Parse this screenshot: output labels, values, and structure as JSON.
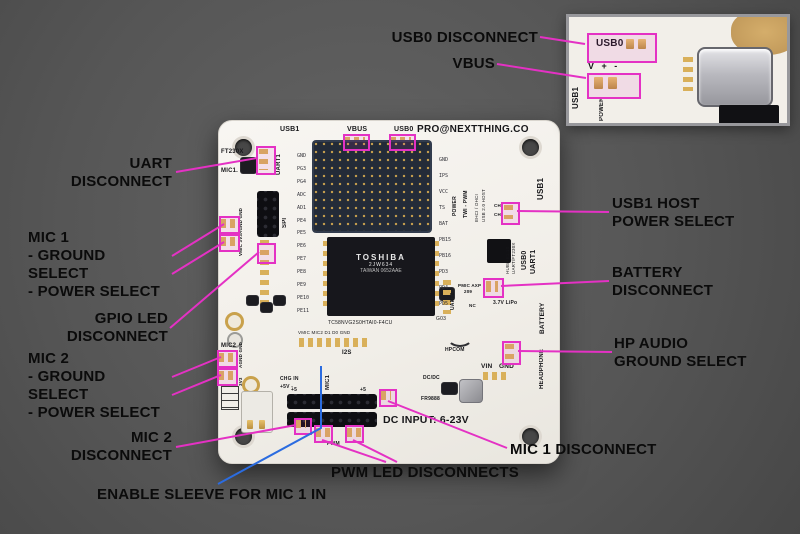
{
  "colors": {
    "accent": "#e431c4",
    "blue": "#2b6ce0",
    "bg": "#585858"
  },
  "callouts": {
    "usb0_disconnect": "USB0 DISCONNECT",
    "vbus": "VBUS",
    "uart_l1": "UART",
    "uart_l2": "DISCONNECT",
    "mic1_l1": "MIC 1",
    "mic1_l2": "- GROUND SELECT",
    "mic1_l3": "-  POWER SELECT",
    "gpio_l1": "GPIO LED",
    "gpio_l2": "DISCONNECT",
    "mic2_l1": "MIC 2",
    "mic2_l2": "- GROUND SELECT",
    "mic2_l3": "-  POWER SELECT",
    "mic2d_l1": "MIC 2",
    "mic2d_l2": "DISCONNECT",
    "sleeve": "ENABLE SLEEVE FOR MIC 1 IN",
    "pwm": "PWM LED DISCONNECTS",
    "mic1d": "MIC 1 DISCONNECT",
    "usb1_l1": "USB1 HOST",
    "usb1_l2": "POWER SELECT",
    "batt_l1": "BATTERY",
    "batt_l2": "DISCONNECT",
    "hp_l1": "HP AUDIO",
    "hp_l2": "GROUND SELECT"
  },
  "silk": {
    "brand": "PRO@NEXTTHING.CO",
    "usb1_top": "USB1",
    "vbus_top": "VBUS",
    "usb0_top": "USB0",
    "ft230x": "FT230X",
    "mic1": "MIC1.",
    "uart1": "UART1",
    "spi": "SPI",
    "agnd_gnd": "AGND GND",
    "vmic_3v3": "VMIC 3V3",
    "mic2": "MIC2",
    "agnd_gnd2": "AGND GND",
    "v3": "3V3",
    "i2s": "I2S",
    "i2s_row": "VMIC MIC2 D1 D0 GND",
    "mic1_v": "MIC1",
    "pwm": "PWM",
    "plus5_a": "+5",
    "plus5_b": "+5",
    "chg_in": "CHG IN",
    "plus5v": "+5V  -",
    "dc_input": "DC INPUT: 6-23V",
    "dcdc": "DC/DC",
    "fr9888": "FR9888",
    "vin": "VIN",
    "gnd": "GND",
    "hpcom": "HPCOM",
    "headphone": "HEADPHONE",
    "battery": "BATTERY",
    "lipo": "3.7V LiPo",
    "pmic1": "PMIC AXP",
    "pmic2": "209",
    "nc": "NC",
    "uart2": "UART2",
    "usb0_v": "USB0",
    "uart1_v": "UART1",
    "hub1": "HUB/FE1.1S",
    "hub2": "UART/FT230X",
    "usb1_v": "USB1",
    "power_v": "POWER",
    "twi_pwm": "TWI - PWM",
    "host1": "EHCI / OHCI",
    "host2": "USB 2.0 HOST",
    "ch_a": "CH",
    "ch_b": "CH",
    "left_pins": [
      "GND",
      "PG3",
      "PG4",
      "ADC",
      "AD1",
      "PE4",
      "PE5",
      "PE6",
      "PE7",
      "PE8",
      "PE9",
      "PE10",
      "PE11"
    ],
    "right_pins": [
      "GND",
      "IPS",
      "VCC",
      "TS",
      "BAT",
      "PB15",
      "PB16",
      "PD3",
      "PD4",
      "PD5"
    ]
  },
  "chip": {
    "brand": "TOSHIBA",
    "line2": "2JW634",
    "line3": "TAIWAN 0652AAE",
    "silk": "TC58NVG2S0HTAI0-F4CU",
    "silk2": "G03"
  },
  "inset": {
    "usb0": "USB0",
    "vmarks": "V + -",
    "usb1_v": "USB1",
    "power_v": "POWER"
  }
}
